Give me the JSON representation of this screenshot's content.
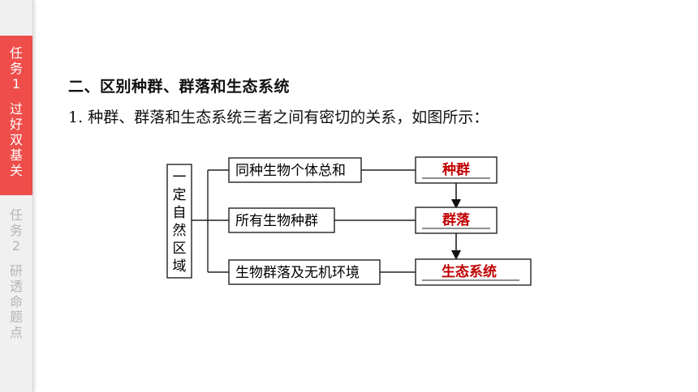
{
  "sidebar": {
    "tab1": {
      "label_chars": [
        "任",
        "务",
        "1"
      ],
      "title_chars": [
        "过",
        "好",
        "双",
        "基",
        "关"
      ]
    },
    "tab2": {
      "label_chars": [
        "任",
        "务",
        "2"
      ],
      "title_chars": [
        "研",
        "透",
        "命",
        "题",
        "点"
      ]
    }
  },
  "section": {
    "heading": "二、区别种群、群落和生态系统",
    "intro_number": "1.",
    "intro_text": "种群、群落和生态系统三者之间有密切的关系，如图所示："
  },
  "diagram": {
    "region_label_chars": [
      "一",
      "定",
      "自",
      "然",
      "区",
      "域"
    ],
    "rows": [
      {
        "description": "同种生物个体总和",
        "answer": "种群"
      },
      {
        "description": "所有生物种群",
        "answer": "群落"
      },
      {
        "description": "生物群落及无机环境",
        "answer": "生态系统"
      }
    ]
  },
  "colors": {
    "accent": "#ee4d4a",
    "answer": "#c00000",
    "inactive": "#b5b5b5"
  }
}
